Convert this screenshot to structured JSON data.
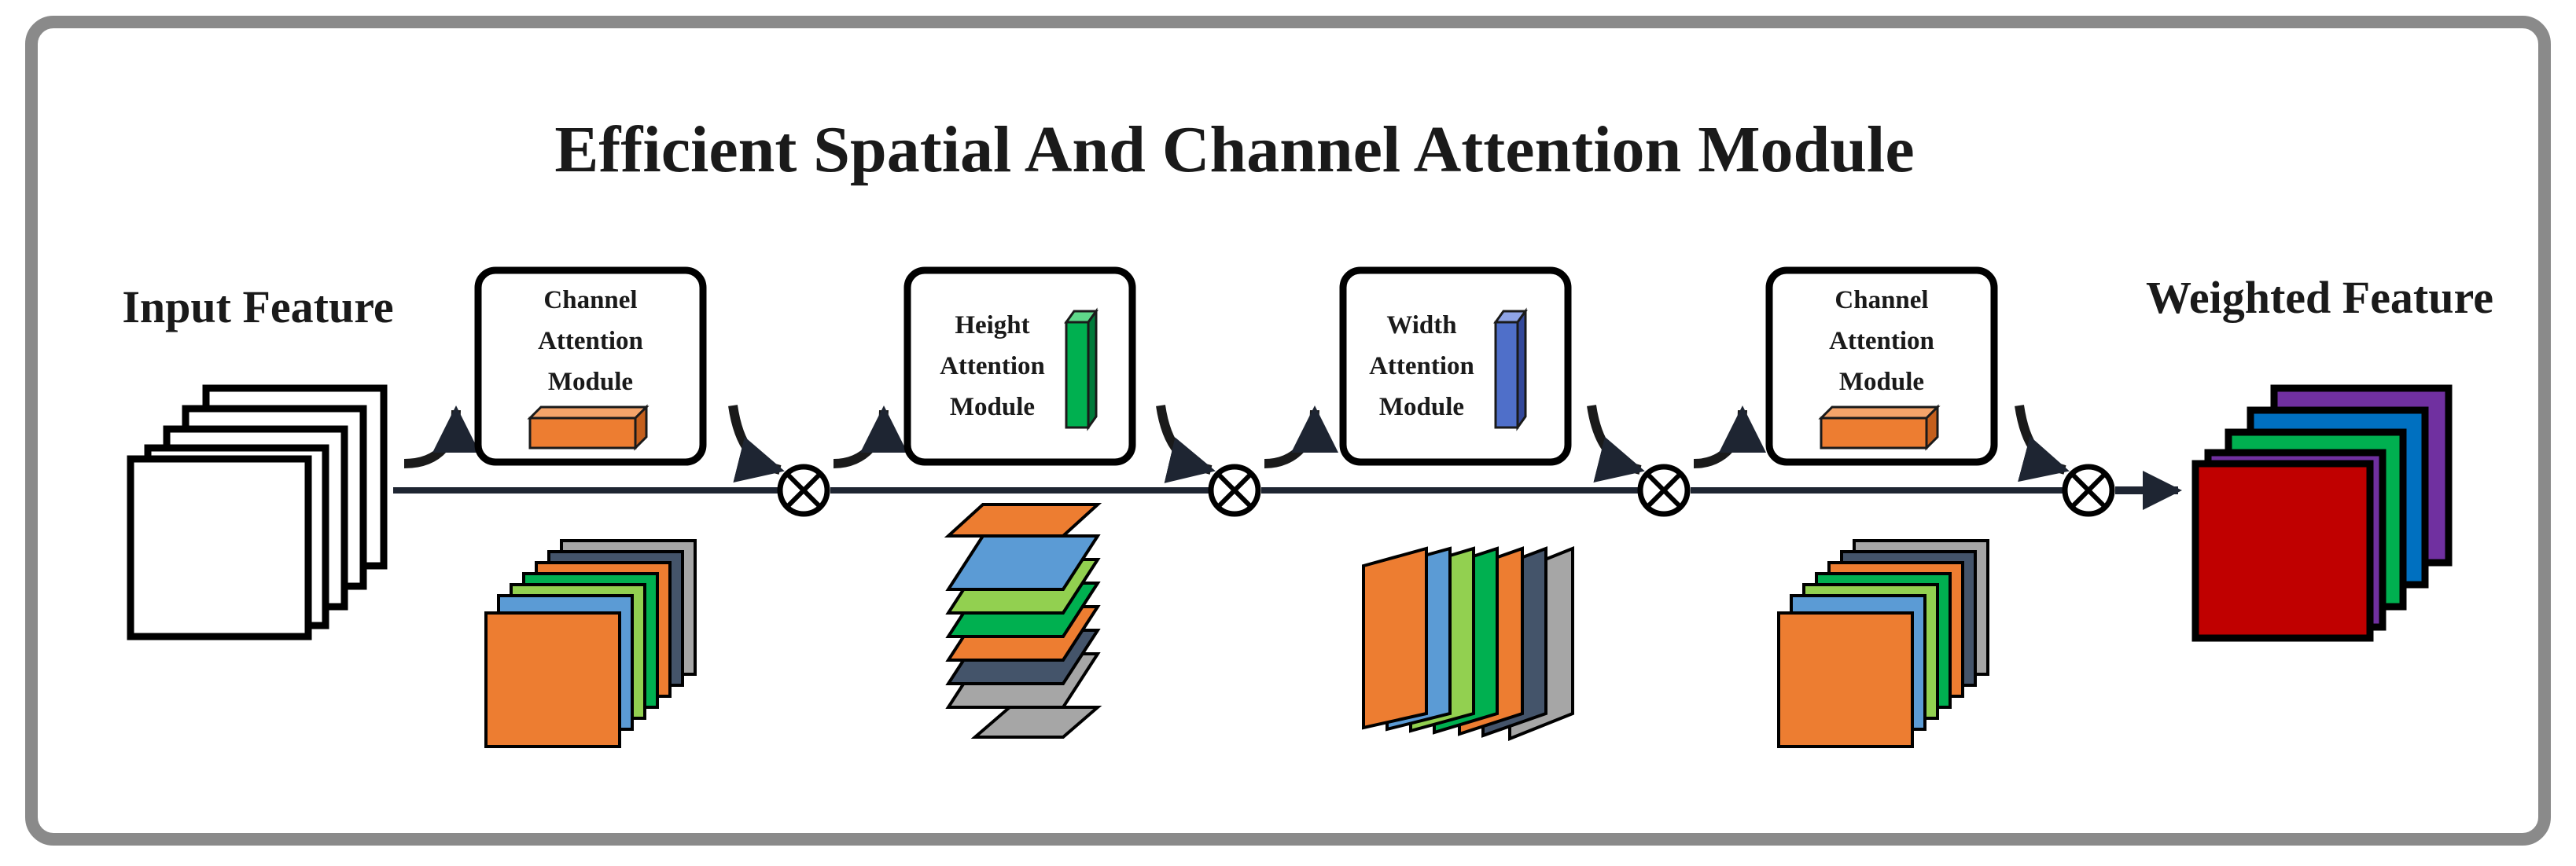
{
  "title": "Efficient Spatial And Channel Attention Module",
  "input_label": "Input Feature",
  "output_label": "Weighted Feature",
  "modules": [
    {
      "lines": [
        "Channel",
        "Attention",
        "Module"
      ],
      "icon": "orange-cuboid-icon"
    },
    {
      "lines": [
        "Height",
        "Attention",
        "Module"
      ],
      "icon": "green-column-icon"
    },
    {
      "lines": [
        "Width",
        "Attention",
        "Module"
      ],
      "icon": "blue-column-icon"
    },
    {
      "lines": [
        "Channel",
        "Attention",
        "Module"
      ],
      "icon": "orange-cuboid-icon"
    }
  ],
  "multiply_symbol": "element-wise-multiply-icon",
  "colors": {
    "border": "#8a8a8a",
    "line": "#1e2532",
    "orange": "#ed7d31",
    "gray": "#a6a6a6",
    "dark_slate": "#44546a",
    "blue": "#5b9bd5",
    "light_green": "#92d050",
    "green": "#00b050",
    "module_blue": "#4f6fc9",
    "red": "#c00000",
    "purple": "#7030a0",
    "output_blue": "#0070c0"
  }
}
